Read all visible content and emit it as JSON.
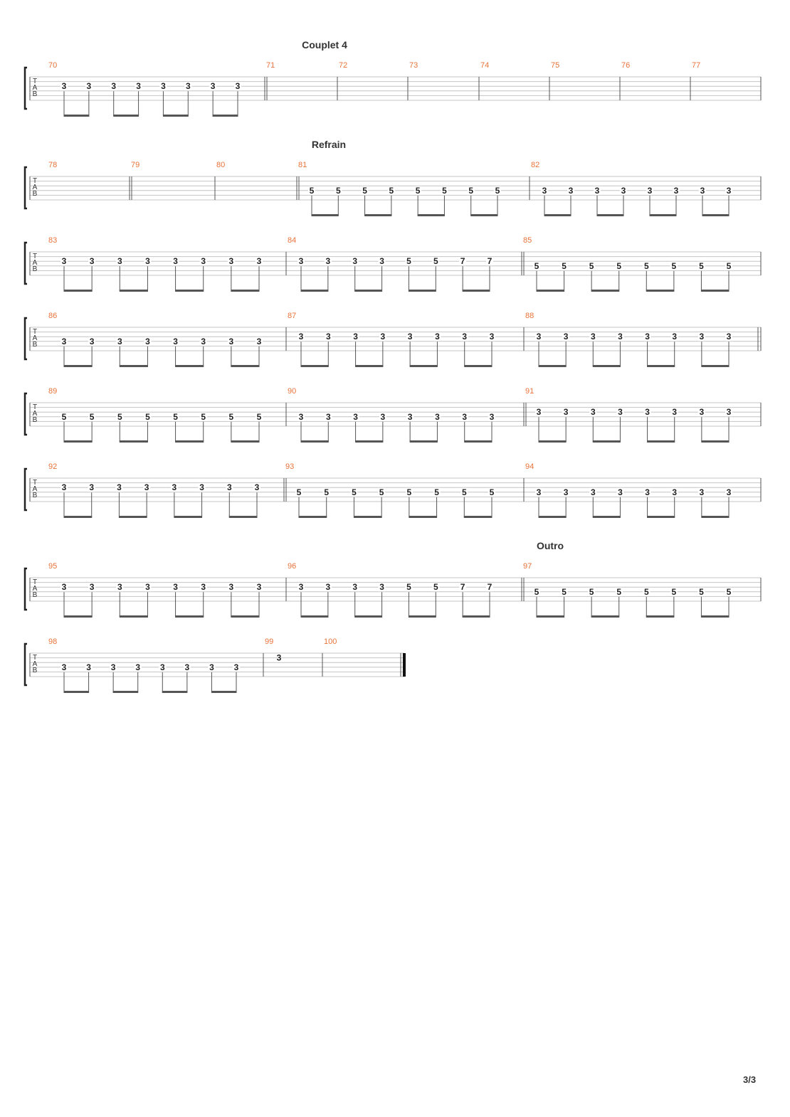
{
  "page_number": "3/3",
  "clef_letters": [
    "T",
    "A",
    "B"
  ],
  "colors": {
    "measure_number": "#e8733a",
    "section_title": "#333333",
    "fret": "#222222"
  },
  "systems": [
    {
      "section": "Couplet 4",
      "measures": [
        {
          "number": "70",
          "notes": [
            {
              "fret": "3",
              "string": 2
            },
            {
              "fret": "3",
              "string": 2
            },
            {
              "fret": "3",
              "string": 2
            },
            {
              "fret": "3",
              "string": 2
            },
            {
              "fret": "3",
              "string": 2
            },
            {
              "fret": "3",
              "string": 2
            },
            {
              "fret": "3",
              "string": 2
            },
            {
              "fret": "3",
              "string": 2
            }
          ]
        },
        {
          "number": "71",
          "start_repeat": true,
          "notes": []
        },
        {
          "number": "72",
          "notes": []
        },
        {
          "number": "73",
          "notes": []
        },
        {
          "number": "74",
          "notes": []
        },
        {
          "number": "75",
          "notes": []
        },
        {
          "number": "76",
          "notes": []
        },
        {
          "number": "77",
          "notes": []
        }
      ]
    },
    {
      "section": "Refrain",
      "measures": [
        {
          "number": "78",
          "notes": []
        },
        {
          "number": "79",
          "start_repeat": true,
          "notes": []
        },
        {
          "number": "80",
          "notes": []
        },
        {
          "number": "81",
          "start_repeat": true,
          "notes": [
            {
              "fret": "5",
              "string": 3
            },
            {
              "fret": "5",
              "string": 3
            },
            {
              "fret": "5",
              "string": 3
            },
            {
              "fret": "5",
              "string": 3
            },
            {
              "fret": "5",
              "string": 3
            },
            {
              "fret": "5",
              "string": 3
            },
            {
              "fret": "5",
              "string": 3
            },
            {
              "fret": "5",
              "string": 3
            }
          ]
        },
        {
          "number": "82",
          "notes": [
            {
              "fret": "3",
              "string": 3
            },
            {
              "fret": "3",
              "string": 3
            },
            {
              "fret": "3",
              "string": 3
            },
            {
              "fret": "3",
              "string": 3
            },
            {
              "fret": "3",
              "string": 3
            },
            {
              "fret": "3",
              "string": 3
            },
            {
              "fret": "3",
              "string": 3
            },
            {
              "fret": "3",
              "string": 3
            }
          ]
        }
      ]
    },
    {
      "section": "",
      "measures": [
        {
          "number": "83",
          "notes": [
            {
              "fret": "3",
              "string": 2
            },
            {
              "fret": "3",
              "string": 2
            },
            {
              "fret": "3",
              "string": 2
            },
            {
              "fret": "3",
              "string": 2
            },
            {
              "fret": "3",
              "string": 2
            },
            {
              "fret": "3",
              "string": 2
            },
            {
              "fret": "3",
              "string": 2
            },
            {
              "fret": "3",
              "string": 2
            }
          ]
        },
        {
          "number": "84",
          "notes": [
            {
              "fret": "3",
              "string": 2
            },
            {
              "fret": "3",
              "string": 2
            },
            {
              "fret": "3",
              "string": 2
            },
            {
              "fret": "3",
              "string": 2
            },
            {
              "fret": "5",
              "string": 2
            },
            {
              "fret": "5",
              "string": 2
            },
            {
              "fret": "7",
              "string": 2
            },
            {
              "fret": "7",
              "string": 2
            }
          ]
        },
        {
          "number": "85",
          "start_repeat": true,
          "notes": [
            {
              "fret": "5",
              "string": 3
            },
            {
              "fret": "5",
              "string": 3
            },
            {
              "fret": "5",
              "string": 3
            },
            {
              "fret": "5",
              "string": 3
            },
            {
              "fret": "5",
              "string": 3
            },
            {
              "fret": "5",
              "string": 3
            },
            {
              "fret": "5",
              "string": 3
            },
            {
              "fret": "5",
              "string": 3
            }
          ]
        }
      ]
    },
    {
      "section": "",
      "end_double": true,
      "measures": [
        {
          "number": "86",
          "notes": [
            {
              "fret": "3",
              "string": 3
            },
            {
              "fret": "3",
              "string": 3
            },
            {
              "fret": "3",
              "string": 3
            },
            {
              "fret": "3",
              "string": 3
            },
            {
              "fret": "3",
              "string": 3
            },
            {
              "fret": "3",
              "string": 3
            },
            {
              "fret": "3",
              "string": 3
            },
            {
              "fret": "3",
              "string": 3
            }
          ]
        },
        {
          "number": "87",
          "notes": [
            {
              "fret": "3",
              "string": 2
            },
            {
              "fret": "3",
              "string": 2
            },
            {
              "fret": "3",
              "string": 2
            },
            {
              "fret": "3",
              "string": 2
            },
            {
              "fret": "3",
              "string": 2
            },
            {
              "fret": "3",
              "string": 2
            },
            {
              "fret": "3",
              "string": 2
            },
            {
              "fret": "3",
              "string": 2
            }
          ]
        },
        {
          "number": "88",
          "notes": [
            {
              "fret": "3",
              "string": 2
            },
            {
              "fret": "3",
              "string": 2
            },
            {
              "fret": "3",
              "string": 2
            },
            {
              "fret": "3",
              "string": 2
            },
            {
              "fret": "3",
              "string": 2
            },
            {
              "fret": "3",
              "string": 2
            },
            {
              "fret": "3",
              "string": 2
            },
            {
              "fret": "3",
              "string": 2
            }
          ]
        }
      ]
    },
    {
      "section": "",
      "measures": [
        {
          "number": "89",
          "notes": [
            {
              "fret": "5",
              "string": 3
            },
            {
              "fret": "5",
              "string": 3
            },
            {
              "fret": "5",
              "string": 3
            },
            {
              "fret": "5",
              "string": 3
            },
            {
              "fret": "5",
              "string": 3
            },
            {
              "fret": "5",
              "string": 3
            },
            {
              "fret": "5",
              "string": 3
            },
            {
              "fret": "5",
              "string": 3
            }
          ]
        },
        {
          "number": "90",
          "notes": [
            {
              "fret": "3",
              "string": 3
            },
            {
              "fret": "3",
              "string": 3
            },
            {
              "fret": "3",
              "string": 3
            },
            {
              "fret": "3",
              "string": 3
            },
            {
              "fret": "3",
              "string": 3
            },
            {
              "fret": "3",
              "string": 3
            },
            {
              "fret": "3",
              "string": 3
            },
            {
              "fret": "3",
              "string": 3
            }
          ]
        },
        {
          "number": "91",
          "start_repeat": true,
          "notes": [
            {
              "fret": "3",
              "string": 2
            },
            {
              "fret": "3",
              "string": 2
            },
            {
              "fret": "3",
              "string": 2
            },
            {
              "fret": "3",
              "string": 2
            },
            {
              "fret": "3",
              "string": 2
            },
            {
              "fret": "3",
              "string": 2
            },
            {
              "fret": "3",
              "string": 2
            },
            {
              "fret": "3",
              "string": 2
            }
          ]
        }
      ]
    },
    {
      "section": "",
      "measures": [
        {
          "number": "92",
          "notes": [
            {
              "fret": "3",
              "string": 2
            },
            {
              "fret": "3",
              "string": 2
            },
            {
              "fret": "3",
              "string": 2
            },
            {
              "fret": "3",
              "string": 2
            },
            {
              "fret": "3",
              "string": 2
            },
            {
              "fret": "3",
              "string": 2
            },
            {
              "fret": "3",
              "string": 2
            },
            {
              "fret": "3",
              "string": 2
            }
          ]
        },
        {
          "number": "93",
          "start_repeat": true,
          "notes": [
            {
              "fret": "5",
              "string": 3
            },
            {
              "fret": "5",
              "string": 3
            },
            {
              "fret": "5",
              "string": 3
            },
            {
              "fret": "5",
              "string": 3
            },
            {
              "fret": "5",
              "string": 3
            },
            {
              "fret": "5",
              "string": 3
            },
            {
              "fret": "5",
              "string": 3
            },
            {
              "fret": "5",
              "string": 3
            }
          ]
        },
        {
          "number": "94",
          "notes": [
            {
              "fret": "3",
              "string": 3
            },
            {
              "fret": "3",
              "string": 3
            },
            {
              "fret": "3",
              "string": 3
            },
            {
              "fret": "3",
              "string": 3
            },
            {
              "fret": "3",
              "string": 3
            },
            {
              "fret": "3",
              "string": 3
            },
            {
              "fret": "3",
              "string": 3
            },
            {
              "fret": "3",
              "string": 3
            }
          ]
        }
      ]
    },
    {
      "section": "Outro",
      "measures": [
        {
          "number": "95",
          "notes": [
            {
              "fret": "3",
              "string": 2
            },
            {
              "fret": "3",
              "string": 2
            },
            {
              "fret": "3",
              "string": 2
            },
            {
              "fret": "3",
              "string": 2
            },
            {
              "fret": "3",
              "string": 2
            },
            {
              "fret": "3",
              "string": 2
            },
            {
              "fret": "3",
              "string": 2
            },
            {
              "fret": "3",
              "string": 2
            }
          ]
        },
        {
          "number": "96",
          "notes": [
            {
              "fret": "3",
              "string": 2
            },
            {
              "fret": "3",
              "string": 2
            },
            {
              "fret": "3",
              "string": 2
            },
            {
              "fret": "3",
              "string": 2
            },
            {
              "fret": "5",
              "string": 2
            },
            {
              "fret": "5",
              "string": 2
            },
            {
              "fret": "7",
              "string": 2
            },
            {
              "fret": "7",
              "string": 2
            }
          ]
        },
        {
          "number": "97",
          "start_repeat": true,
          "notes": [
            {
              "fret": "5",
              "string": 3
            },
            {
              "fret": "5",
              "string": 3
            },
            {
              "fret": "5",
              "string": 3
            },
            {
              "fret": "5",
              "string": 3
            },
            {
              "fret": "5",
              "string": 3
            },
            {
              "fret": "5",
              "string": 3
            },
            {
              "fret": "5",
              "string": 3
            },
            {
              "fret": "5",
              "string": 3
            }
          ]
        }
      ]
    },
    {
      "section": "",
      "end_final": true,
      "measures": [
        {
          "number": "98",
          "notes": [
            {
              "fret": "3",
              "string": 3
            },
            {
              "fret": "3",
              "string": 3
            },
            {
              "fret": "3",
              "string": 3
            },
            {
              "fret": "3",
              "string": 3
            },
            {
              "fret": "3",
              "string": 3
            },
            {
              "fret": "3",
              "string": 3
            },
            {
              "fret": "3",
              "string": 3
            },
            {
              "fret": "3",
              "string": 3
            }
          ]
        },
        {
          "number": "99",
          "notes": [
            {
              "fret": "3",
              "string": 1,
              "whole": true
            }
          ]
        },
        {
          "number": "100",
          "notes": []
        }
      ]
    }
  ]
}
